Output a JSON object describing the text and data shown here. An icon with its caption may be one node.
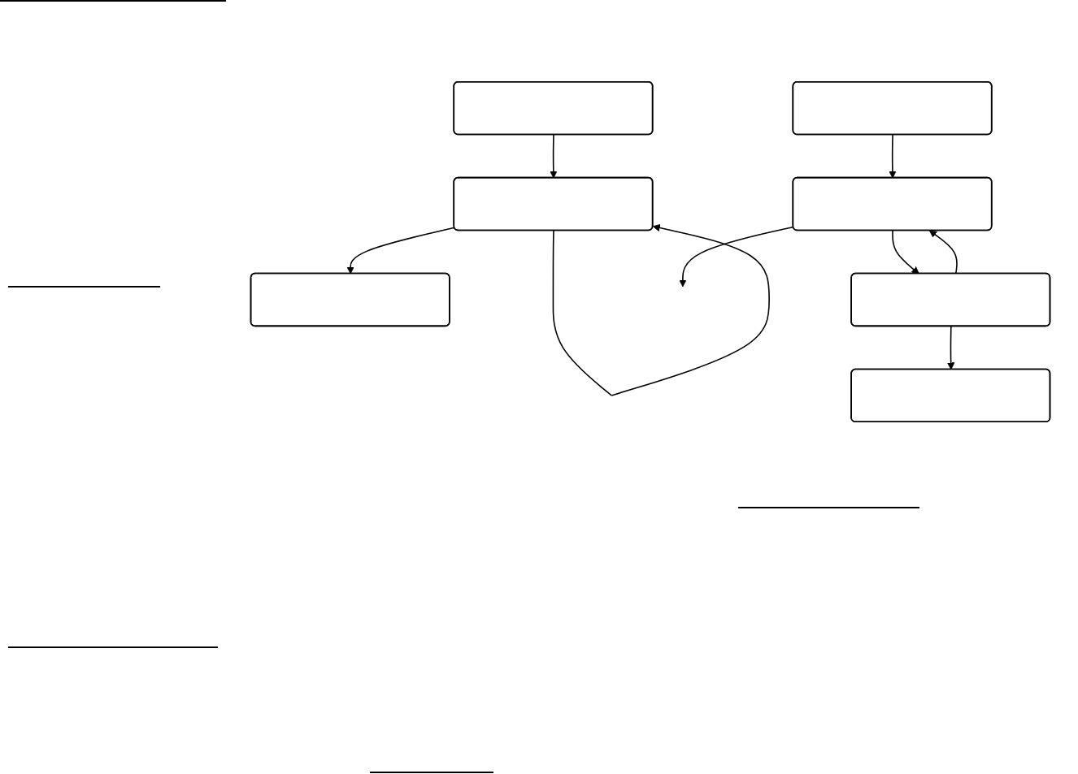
{
  "diagram": {
    "nodes": [
      {
        "text": [],
        "shape": "box"
      },
      {
        "text": [],
        "shape": "box"
      },
      {
        "text": [],
        "shape": "box"
      },
      {
        "text": [],
        "shape": "box"
      },
      {
        "text": [],
        "shape": "box"
      },
      {
        "text": [],
        "shape": "box"
      },
      {
        "text": [],
        "shape": "box"
      }
    ],
    "edges": [
      {
        "from": 0,
        "to": 1,
        "arrow": "to"
      },
      {
        "from": 1,
        "to": 2,
        "arrow": "to"
      },
      {
        "from": 1,
        "to": 1,
        "arrow": "to"
      },
      {
        "from": 3,
        "to": 4,
        "arrow": "to"
      },
      {
        "from": 4,
        "to": 5,
        "arrow": "to"
      },
      {
        "from": 4,
        "to": null,
        "arrow": "to"
      },
      {
        "from": 5,
        "to": 6,
        "arrow": "to"
      },
      {
        "from": 5,
        "to": 4,
        "arrow": "to"
      }
    ]
  }
}
